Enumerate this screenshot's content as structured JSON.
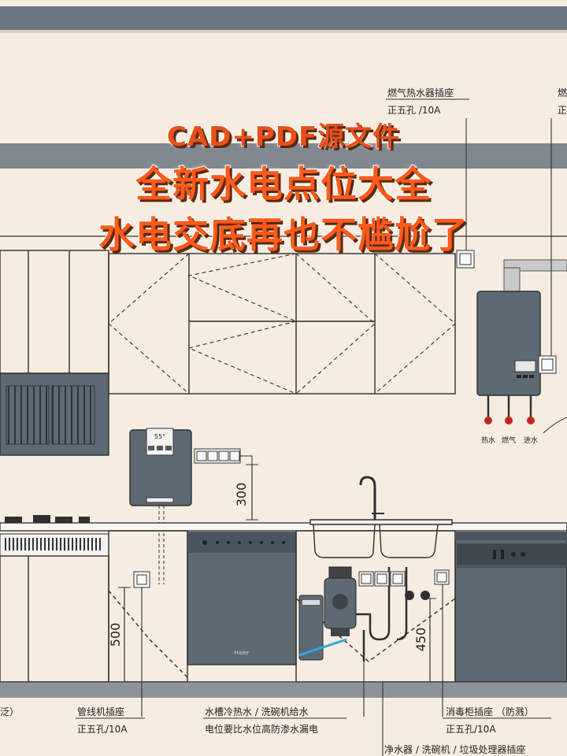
{
  "headline": {
    "line1": "CAD+PDF源文件",
    "line2": "全新水电点位大全",
    "line3": "水电交底再也不尴尬了"
  },
  "labels": {
    "gas_heater_socket": "燃气热水器插座",
    "gas_heater_spec": "正五孔 /10A",
    "gas_heater_socket_cut": "燃",
    "gas_heater_spec_cut": "正",
    "hot_water": "热水",
    "gas": "燃气",
    "inlet_water": "进水",
    "dim_300": "300",
    "dim_500": "500",
    "dim_450": "450",
    "pipe_socket": "管线机插座",
    "pipe_socket_spec": "正五孔/10A",
    "sink_water": "水槽冷热水 / 洗碗机给水",
    "sink_note": "电位要比水位高防渗水漏电",
    "steriliser_socket": "消毒柜插座  （防溅）",
    "steriliser_spec": "正五孔/10A",
    "bottom_sockets": "净水器 / 洗碗机 / 垃圾处理器插座",
    "left_cut": "泛）",
    "display_temp": "55°",
    "brand_mark": "Haier"
  },
  "colors": {
    "background": "#f6ece0",
    "line": "#2f2f2f",
    "appliance": "#5d6a74",
    "appliance_dark": "#3d454c",
    "headline": "#ff5a1a",
    "water_blue": "#2aa8e0"
  }
}
